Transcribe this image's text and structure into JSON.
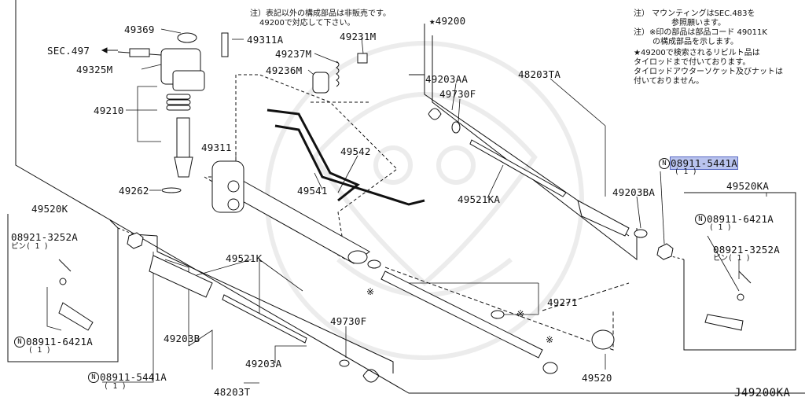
{
  "notes": {
    "top_center_1": "注）表記以外の構成部品は非販売です。",
    "top_center_2": "49200で対応して下さい。",
    "top_right_1": "注） マウンティングはSEC.483を",
    "top_right_2": "参照願います。",
    "top_right_3": "注）※印の部品は部品コード 49011K",
    "top_right_4": "の構成部品を示します。",
    "top_right_5": "★49200で検索されるリビルト品は",
    "top_right_6": "タイロッドまで付いております。",
    "top_right_7": "タイロッドアウターソケット及びナットは",
    "top_right_8": "付いておりません。"
  },
  "labels": {
    "p49200": "★49200",
    "p49369": "49369",
    "p49311A": "49311A",
    "p49231M": "49231M",
    "sec497": "SEC.497",
    "p49237M": "49237M",
    "p49325M": "49325M",
    "p49236M": "49236M",
    "p49210": "49210",
    "p49203AA": "49203AA",
    "p48203TA": "48203TA",
    "p49730F_top": "49730F",
    "p49311": "49311",
    "p49542": "49542",
    "p49541": "49541",
    "p49262": "49262",
    "p49521KA": "49521KA",
    "p49203BA": "49203BA",
    "p08911_5441A_hl": "08911-5441A",
    "p08911_5441A_hl_qty": "( 1 )",
    "p49520KA": "49520KA",
    "p49520K": "49520K",
    "p08921_3252A_left": "08921-3252A",
    "pin_left": "ピン( 1 )",
    "p08911_6421A_left": "08911-6421A",
    "p08911_6421A_left_qty": "( 1 )",
    "p08911_6421A_right": "08911-6421A",
    "p08911_6421A_right_qty": "( 1 )",
    "p08921_3252A_right": "08921-3252A",
    "pin_right": "ピン( 1 )",
    "p49521K": "49521K",
    "p49271": "49271",
    "p49730F_bot": "49730F",
    "p49203B": "49203B",
    "p49203A": "49203A",
    "p08911_5441A_bot": "08911-5441A",
    "p08911_5441A_bot_qty": "( 1 )",
    "p48203T": "48203T",
    "p49520": "49520",
    "circle_n": "N",
    "asterisk": "※",
    "diagram_id": "J49200KA"
  },
  "colors": {
    "highlight": "#b9c3ee",
    "highlight_border": "#5a6bc4",
    "ink": "#111111",
    "watermark": "#e9e9e9"
  }
}
